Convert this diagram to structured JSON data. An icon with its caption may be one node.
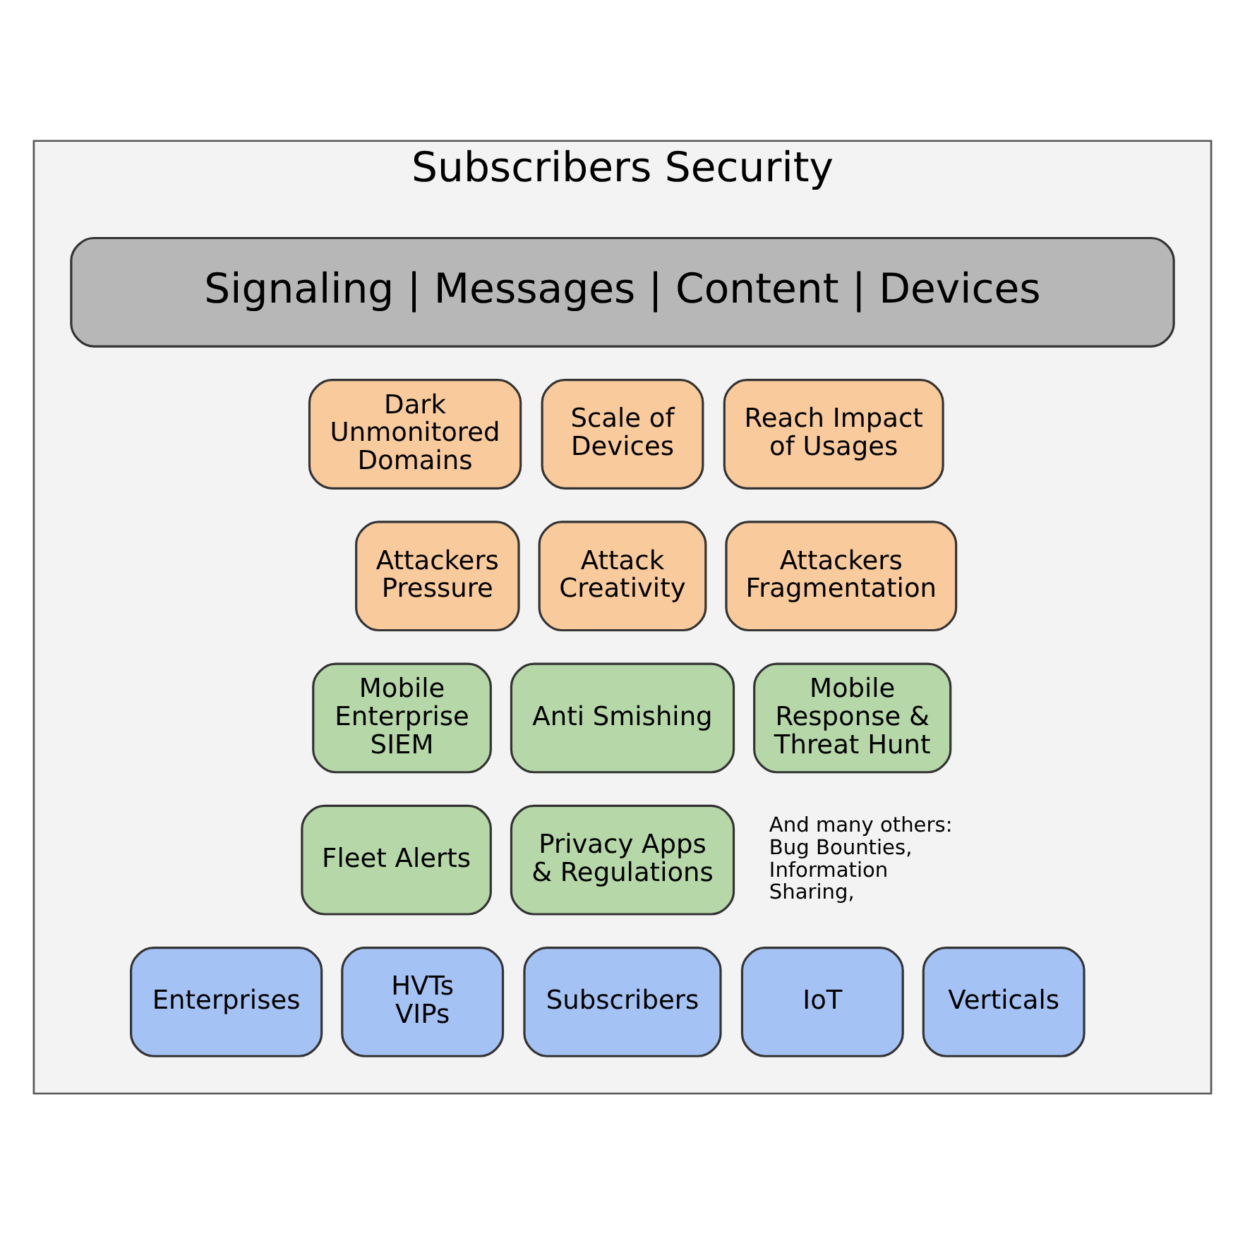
{
  "diagram": {
    "nodes": [
      {
        "text": [
          "Subscribers Security"
        ]
      },
      {
        "text": [
          "Signaling | Messages | Content | Devices"
        ],
        "in": 0
      },
      {
        "text": [
          "Dark Unmonitored Domains"
        ],
        "in": 0
      },
      {
        "text": [
          "Scale of Devices"
        ],
        "in": 0
      },
      {
        "text": [
          "Reach Impact of Usages"
        ],
        "in": 0
      },
      {
        "text": [
          "Attackers Pressure"
        ],
        "in": 0
      },
      {
        "text": [
          "Attack Creativity"
        ],
        "in": 0
      },
      {
        "text": [
          "Attackers Fragmentation"
        ],
        "in": 0
      },
      {
        "text": [
          "Mobile Enterprise SIEM"
        ],
        "in": 0
      },
      {
        "text": [
          "Anti Smishing"
        ],
        "in": 0
      },
      {
        "text": [
          "Mobile Response & Threat Hunt"
        ],
        "in": 0
      },
      {
        "text": [
          "Fleet Alerts"
        ],
        "in": 0
      },
      {
        "text": [
          "Privacy Apps & Regulations"
        ],
        "in": 0
      },
      {
        "text": [
          "Enterprises"
        ],
        "in": 0
      },
      {
        "text": [
          "HVTs VIPs"
        ],
        "in": 0
      },
      {
        "text": [
          "Subscribers"
        ],
        "in": 0
      },
      {
        "text": [
          "IoT"
        ],
        "in": 0
      },
      {
        "text": [
          "Verticals"
        ],
        "in": 0
      }
    ],
    "labels": [
      "And many others: Bug Bounties, Information Sharing,"
    ]
  }
}
